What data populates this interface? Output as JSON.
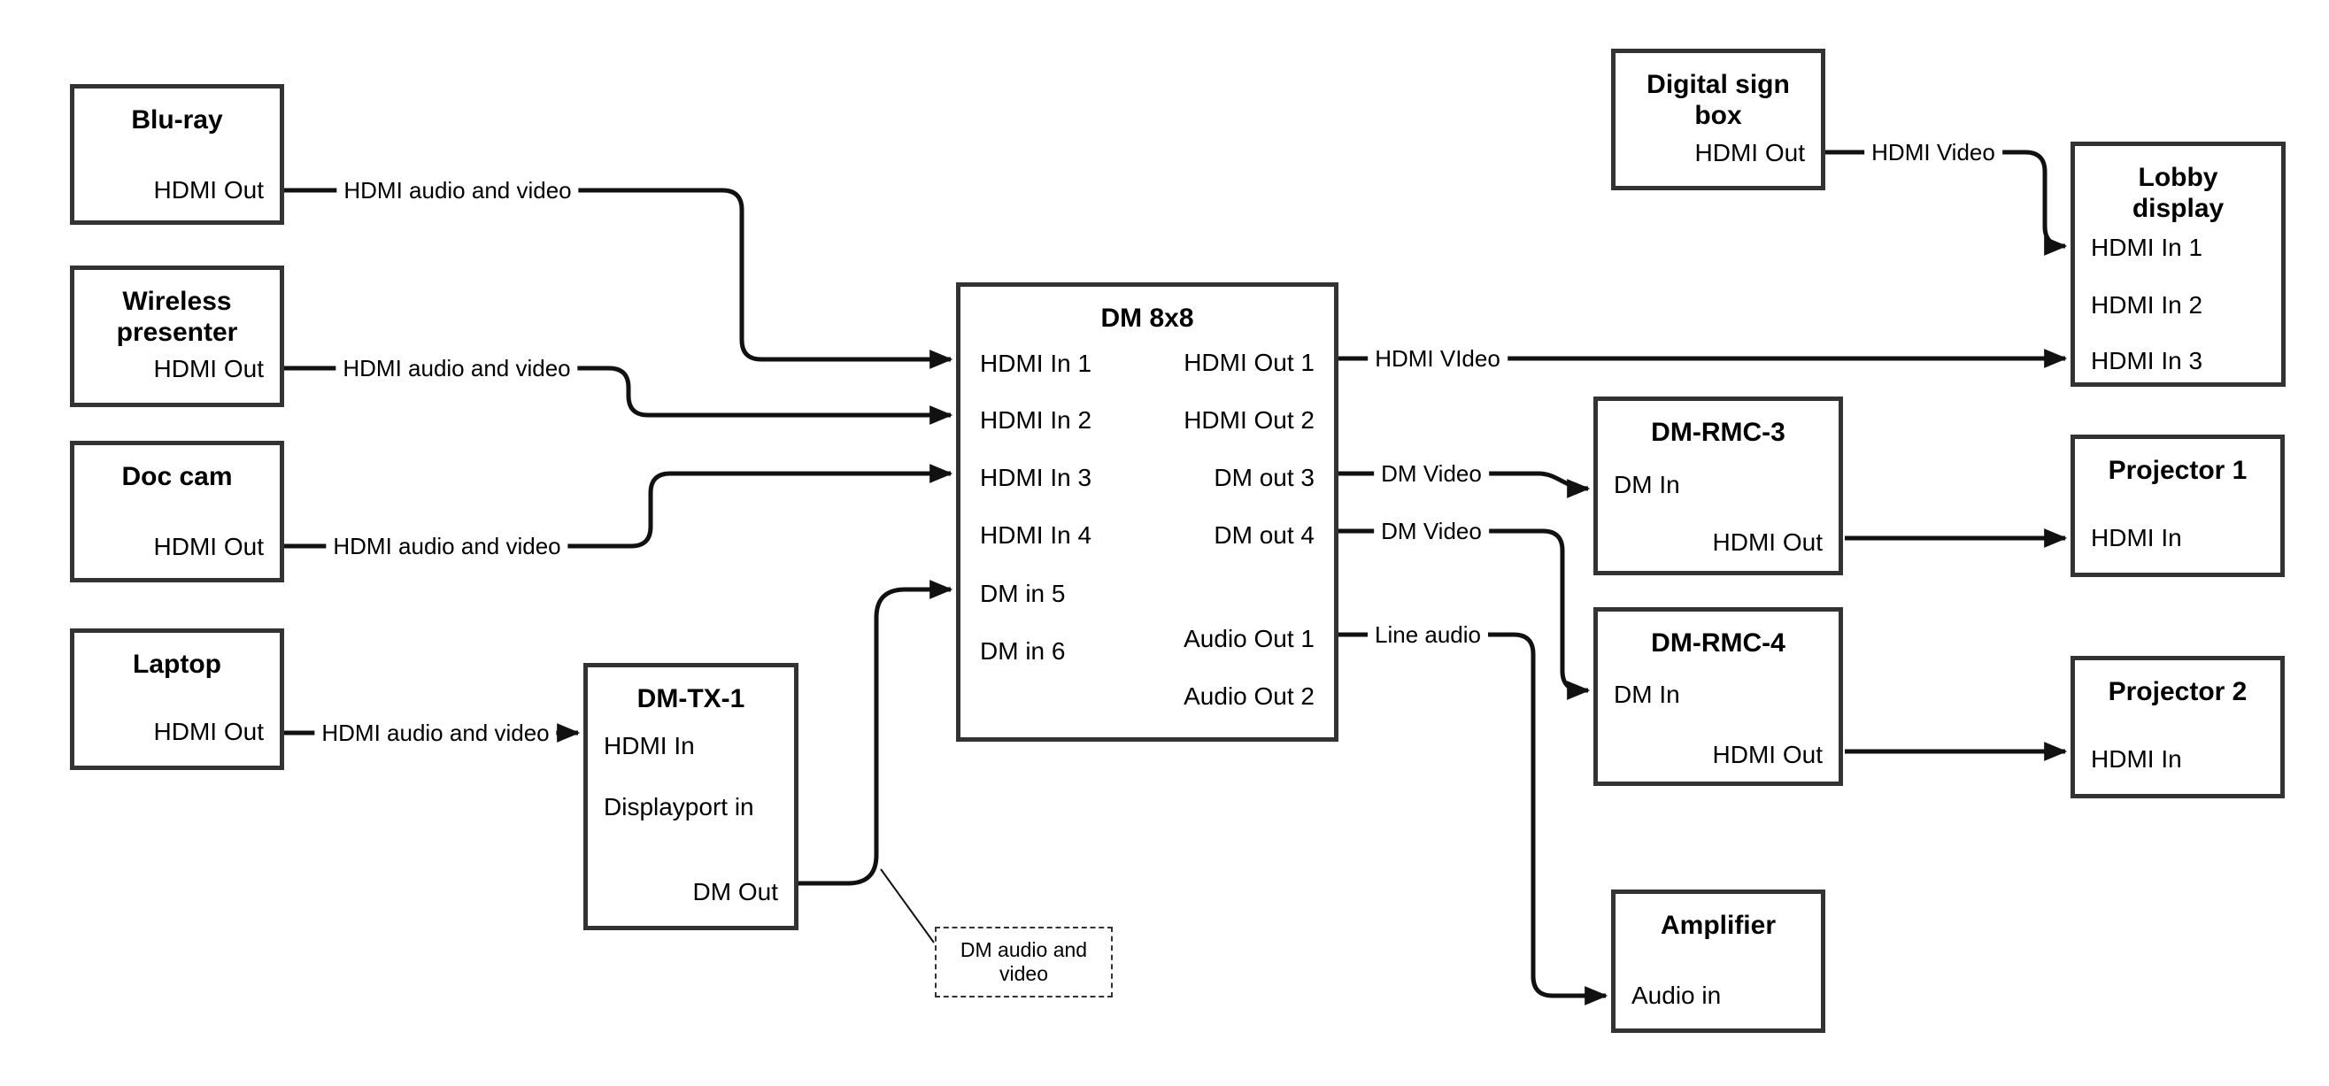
{
  "diagram": {
    "nodes": {
      "bluray": {
        "title": "Blu-ray",
        "ports": {
          "hdmi_out": "HDMI Out"
        }
      },
      "wireless": {
        "title": "Wireless presenter",
        "ports": {
          "hdmi_out": "HDMI Out"
        }
      },
      "doccam": {
        "title": "Doc cam",
        "ports": {
          "hdmi_out": "HDMI Out"
        }
      },
      "laptop": {
        "title": "Laptop",
        "ports": {
          "hdmi_out": "HDMI Out"
        }
      },
      "dmtx1": {
        "title": "DM-TX-1",
        "ports": {
          "hdmi_in": "HDMI In",
          "displayport_in": "Displayport in",
          "dm_out": "DM Out"
        }
      },
      "dm8x8": {
        "title": "DM 8x8",
        "ports": {
          "hdmi_in_1": "HDMI In 1",
          "hdmi_in_2": "HDMI In 2",
          "hdmi_in_3": "HDMI In 3",
          "hdmi_in_4": "HDMI In 4",
          "dm_in_5": "DM in 5",
          "dm_in_6": "DM in 6",
          "hdmi_out_1": "HDMI Out 1",
          "hdmi_out_2": "HDMI Out 2",
          "dm_out_3": "DM out 3",
          "dm_out_4": "DM out 4",
          "audio_out_1": "Audio Out 1",
          "audio_out_2": "Audio Out 2"
        }
      },
      "digital_sign": {
        "title": "Digital sign box",
        "ports": {
          "hdmi_out": "HDMI Out"
        }
      },
      "lobby": {
        "title": "Lobby display",
        "ports": {
          "hdmi_in_1": "HDMI In 1",
          "hdmi_in_2": "HDMI In 2",
          "hdmi_in_3": "HDMI In 3"
        }
      },
      "dmrmc3": {
        "title": "DM-RMC-3",
        "ports": {
          "dm_in": "DM In",
          "hdmi_out": "HDMI Out"
        }
      },
      "proj1": {
        "title": "Projector 1",
        "ports": {
          "hdmi_in": "HDMI In"
        }
      },
      "dmrmc4": {
        "title": "DM-RMC-4",
        "ports": {
          "dm_in": "DM In",
          "hdmi_out": "HDMI Out"
        }
      },
      "proj2": {
        "title": "Projector 2",
        "ports": {
          "hdmi_in": "HDMI In"
        }
      },
      "amplifier": {
        "title": "Amplifier",
        "ports": {
          "audio_in": "Audio in"
        }
      }
    },
    "wire_labels": {
      "bluray_to_dm8x8": "HDMI audio and video",
      "wireless_to_dm8x8": "HDMI audio and video",
      "doccam_to_dm8x8": "HDMI audio and video",
      "laptop_to_dmtx1": "HDMI audio and video",
      "hdmi_out1_to_lobby": "HDMI VIdeo",
      "dm_out3_to_dmrmc3": "DM Video",
      "dm_out4_to_dmrmc4": "DM Video",
      "audio_out1_to_amplifier": "Line audio",
      "digital_sign_to_lobby": "HDMI Video"
    },
    "callout": {
      "text": "DM audio and video"
    },
    "colors": {
      "wire": "#111111",
      "box_border": "#333333",
      "background": "#ffffff",
      "text": "#000000"
    }
  }
}
